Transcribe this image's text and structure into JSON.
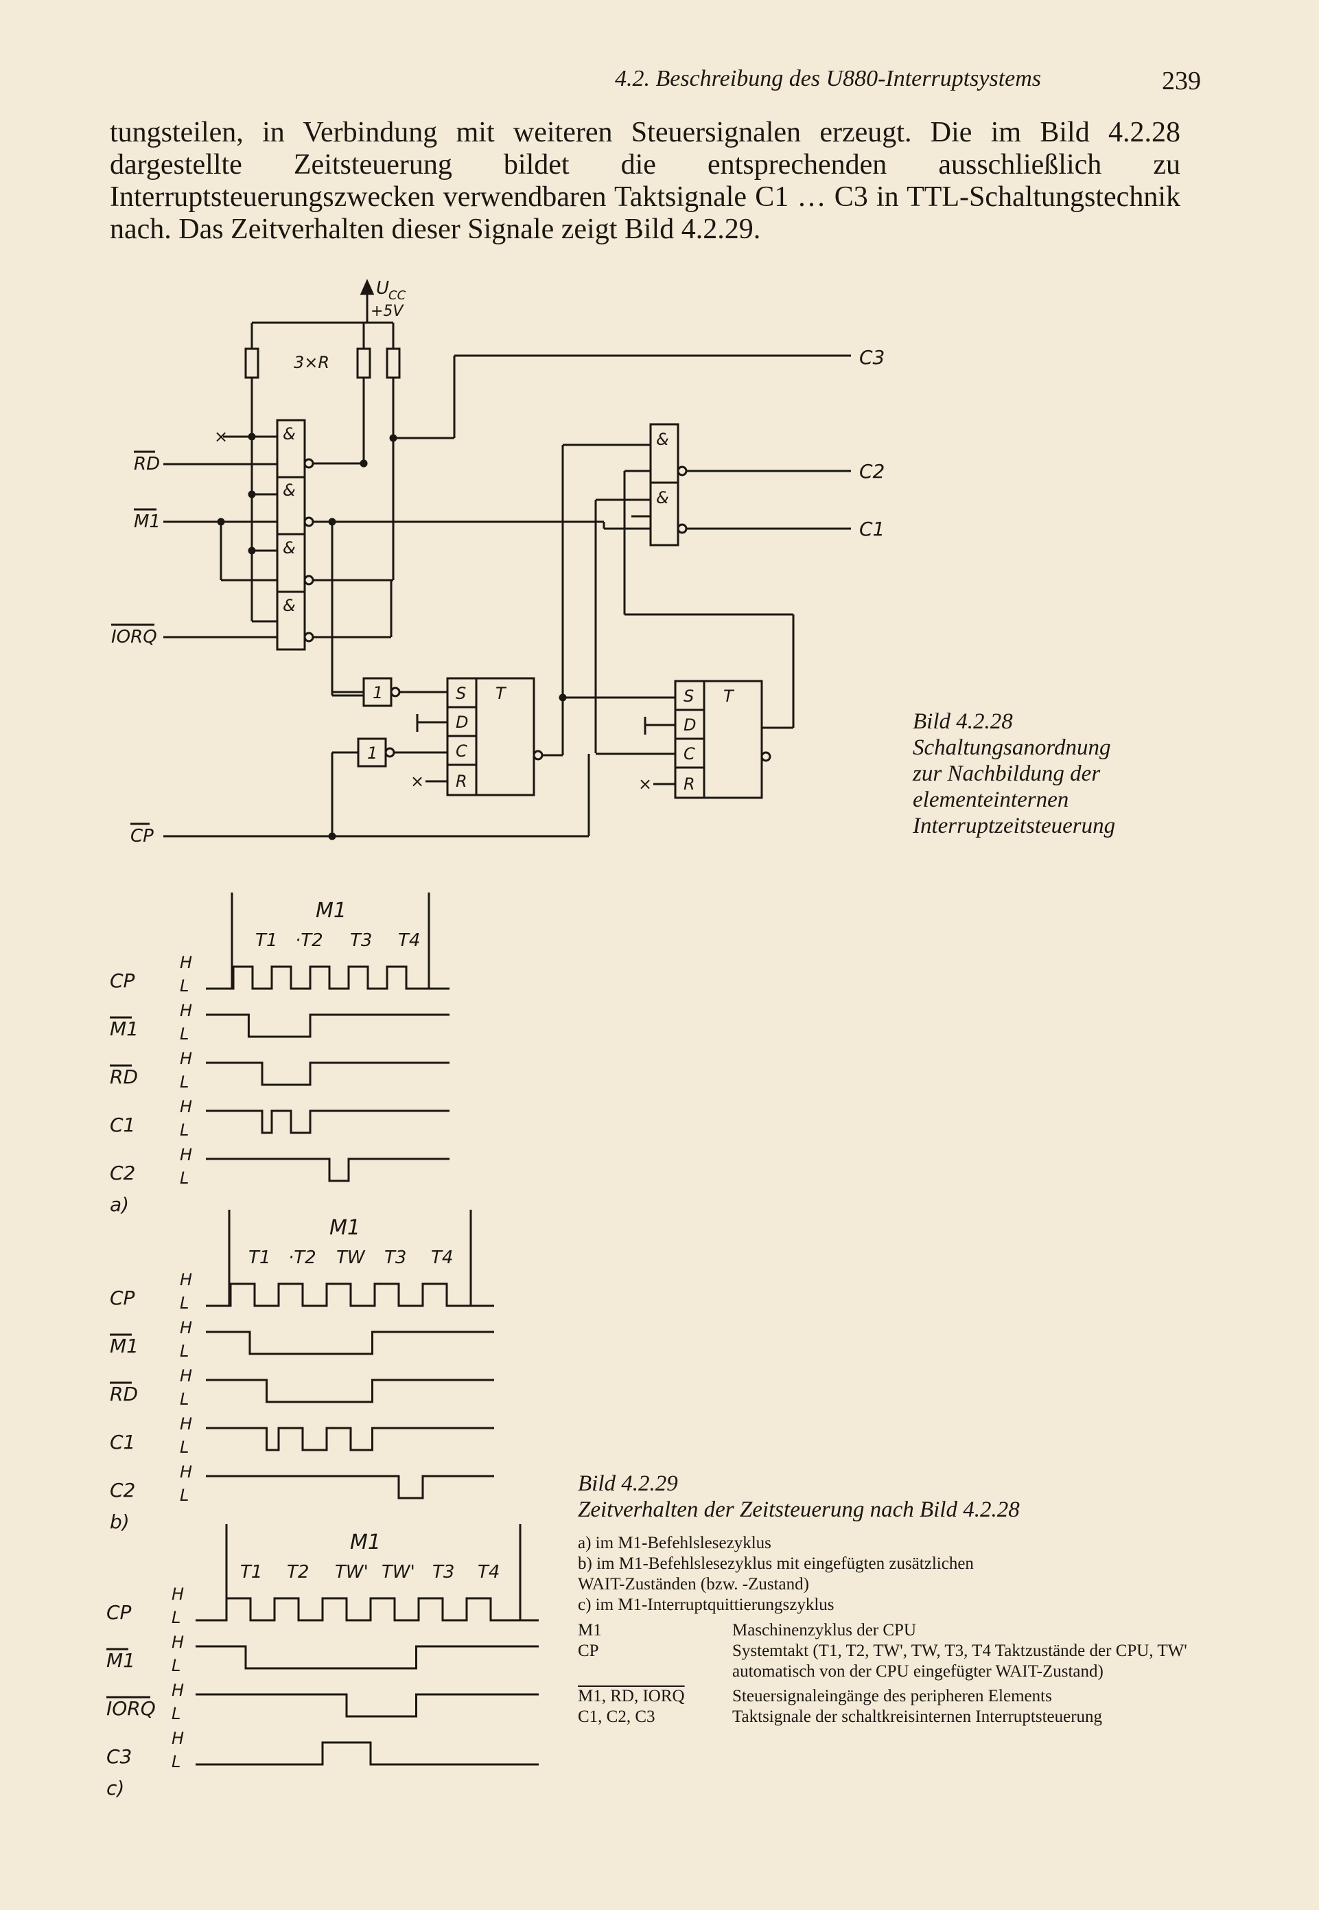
{
  "header": {
    "running_head": "4.2. Beschreibung des U880-Interruptsystems",
    "page_number": "239"
  },
  "body": {
    "paragraph": "tungsteilen, in Verbindung mit weiteren Steuersignalen erzeugt. Die im Bild 4.2.28 dargestellte Zeitsteuerung bildet die entsprechenden ausschließlich zu Interruptsteuerungszwecken verwendbaren Taktsignale C1 … C3 in TTL-Schaltungstechnik nach. Das Zeitverhalten dieser Signale zeigt Bild 4.2.29."
  },
  "figure_428": {
    "labels": {
      "vcc": "U",
      "vcc_sub": "CC",
      "vcc_value": "+5V",
      "resistors": "3×R",
      "rd": "RD",
      "m1": "M1",
      "iorq": "IORQ",
      "cp": "CP",
      "c1": "C1",
      "c2": "C2",
      "c3": "C3",
      "nand": "&",
      "inverter": "1",
      "s": "S",
      "d": "D",
      "c": "C",
      "r": "R",
      "t": "T",
      "x": "×"
    },
    "caption": {
      "line1": "Bild 4.2.28",
      "line2": "Schaltungsanordnung",
      "line3": "zur Nachbildung der",
      "line4": "elementeinternen",
      "line5": "Interruptzeitsteuerung"
    }
  },
  "figure_429": {
    "diagram_a": {
      "label": "a)",
      "cycle": "M1",
      "states": [
        "T1",
        "·T2",
        "T3",
        "T4"
      ],
      "signals": [
        "CP",
        "M1",
        "RD",
        "C1",
        "C2"
      ]
    },
    "diagram_b": {
      "label": "b)",
      "cycle": "M1",
      "states": [
        "T1",
        "·T2",
        "TW",
        "T3",
        "T4"
      ],
      "signals": [
        "CP",
        "M1",
        "RD",
        "C1",
        "C2"
      ]
    },
    "diagram_c": {
      "label": "c)",
      "cycle": "M1",
      "states": [
        "T1",
        "T2",
        "TW'",
        "TW'",
        "T3",
        "T4"
      ],
      "signals": [
        "CP",
        "M1",
        "IORQ",
        "C3"
      ]
    },
    "level_high": "H",
    "level_low": "L",
    "caption": {
      "line1": "Bild 4.2.29",
      "line2": "Zeitverhalten der Zeitsteuerung nach Bild 4.2.28",
      "items": [
        "a) im M1-Befehlslesezyklus",
        "b) im M1-Befehlslesezyklus mit eingefügten zusätzlichen",
        "WAIT-Zuständen (bzw. -Zustand)",
        "c) im M1-Interruptquittierungszyklus"
      ],
      "legend": [
        {
          "term": "M1",
          "def": "Maschinenzyklus der CPU"
        },
        {
          "term": "CP",
          "def": "Systemtakt (T1, T2, TW', TW, T3, T4 Taktzustände der CPU, TW' automatisch von der CPU eingefügter WAIT-Zustand)"
        },
        {
          "term": "M1, RD, IORQ",
          "def": "Steuersignaleingänge des peripheren Elements"
        },
        {
          "term": "C1, C2, C3",
          "def": "Taktsignale der schaltkreisinternen Interruptsteuerung"
        }
      ]
    }
  }
}
